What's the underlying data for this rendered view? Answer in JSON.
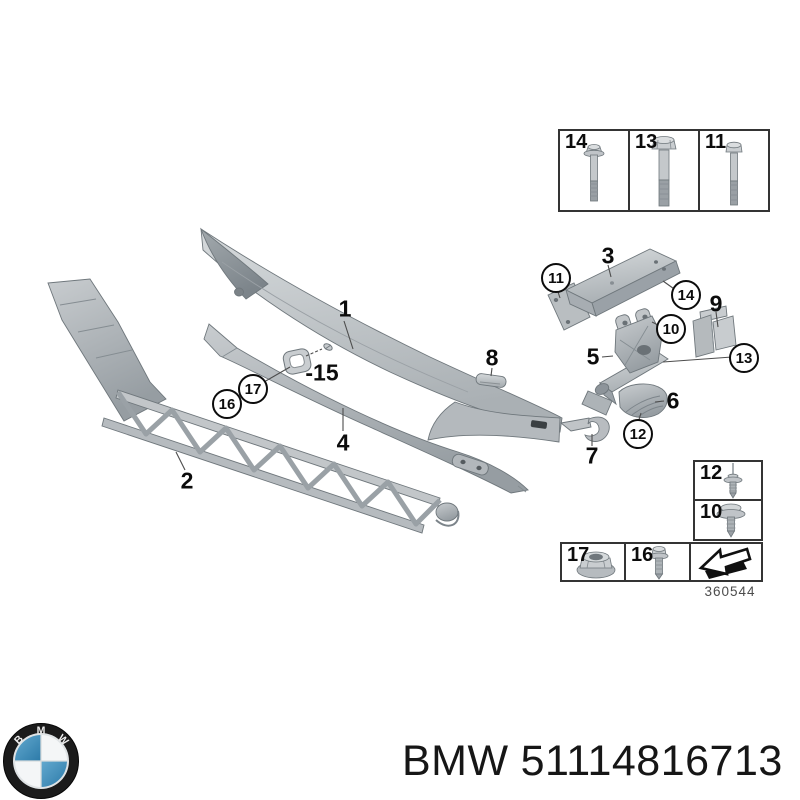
{
  "diagram": {
    "part_labels": {
      "p1": "1",
      "p2": "2",
      "p3": "3",
      "p4": "4",
      "p5": "5",
      "p6": "6",
      "p7": "7",
      "p8": "8",
      "p9": "9",
      "p15": "-15"
    },
    "circled_labels": {
      "c10": "10",
      "c11": "11",
      "c12": "12",
      "c13": "13",
      "c14": "14",
      "c16": "16",
      "c17": "17"
    },
    "drawing_number": "360544"
  },
  "fastener_tables": {
    "top": {
      "cells": [
        {
          "label": "14",
          "icon": "flange-bolt-icon"
        },
        {
          "label": "13",
          "icon": "hex-bolt-large-icon"
        },
        {
          "label": "11",
          "icon": "hex-bolt-small-icon"
        }
      ]
    },
    "side": {
      "cells": [
        {
          "label": "12",
          "icon": "expansion-rivet-icon"
        },
        {
          "label": "10",
          "icon": "push-rivet-icon"
        }
      ]
    },
    "bottom": {
      "cells": [
        {
          "label": "17",
          "icon": "flange-nut-icon"
        },
        {
          "label": "16",
          "icon": "flange-screw-icon"
        },
        {
          "label": "",
          "icon": "direction-arrow-icon"
        }
      ]
    }
  },
  "footer": {
    "brand": "BMW",
    "part_number": "51114816713",
    "logo_letters": [
      "B",
      "M",
      "W"
    ]
  },
  "colors": {
    "part_fill": "#c6cacd",
    "part_shadow": "#9aa1a6",
    "outline": "#6f777c",
    "label": "#0c0c0c",
    "logo_blue": "#4292be"
  }
}
